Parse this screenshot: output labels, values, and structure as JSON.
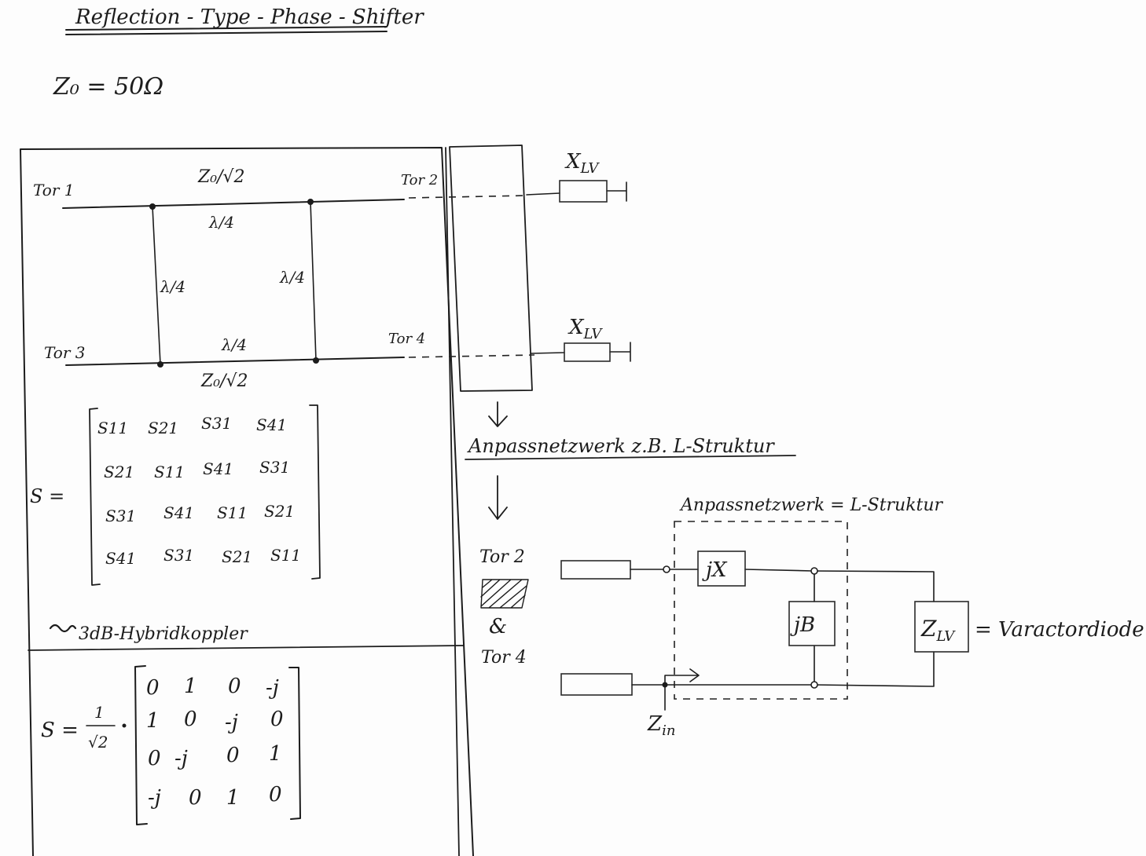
{
  "title": "Reflection - Type - Phase - Shifter",
  "z0": "Z₀ = 50Ω",
  "hybrid": {
    "port1": "Tor 1",
    "port2": "Tor 2",
    "port3": "Tor 3",
    "port4": "Tor 4",
    "impedance_top": "Z₀/√2",
    "impedance_bottom": "Z₀/√2",
    "quarter_wave": "λ/4"
  },
  "loads": {
    "top": "X",
    "bottom": "X",
    "subscript": "LV"
  },
  "s_matrix": {
    "lhs": "S =",
    "rows": [
      [
        "S11",
        "S21",
        "S31",
        "S41"
      ],
      [
        "S21",
        "S11",
        "S41",
        "S31"
      ],
      [
        "S31",
        "S41",
        "S11",
        "S21"
      ],
      [
        "S41",
        "S31",
        "S21",
        "S11"
      ]
    ]
  },
  "coupler_caption": "3dB-Hybridkoppler",
  "ideal_matrix": {
    "lhs": "S =",
    "factor_num": "1",
    "factor_den": "√2",
    "rows": [
      [
        "0",
        "1",
        "0",
        "-j"
      ],
      [
        "1",
        "0",
        "-j",
        "0"
      ],
      [
        "0",
        "-j",
        "0",
        "1"
      ],
      [
        "-j",
        "0",
        "1",
        "0"
      ]
    ]
  },
  "matching": {
    "heading": "Anpassnetzwerk z.B. L-Struktur",
    "box_label": "Anpassnetzwerk = L-Struktur",
    "ports_top": "Tor 2",
    "ports_amp": "&",
    "ports_bottom": "Tor 4",
    "series_element": "jX",
    "shunt_element": "jB",
    "load_symbol": "Z",
    "load_sub": "LV",
    "load_equals": "= Varactordiode",
    "zin": "Z",
    "zin_sub": "in"
  }
}
